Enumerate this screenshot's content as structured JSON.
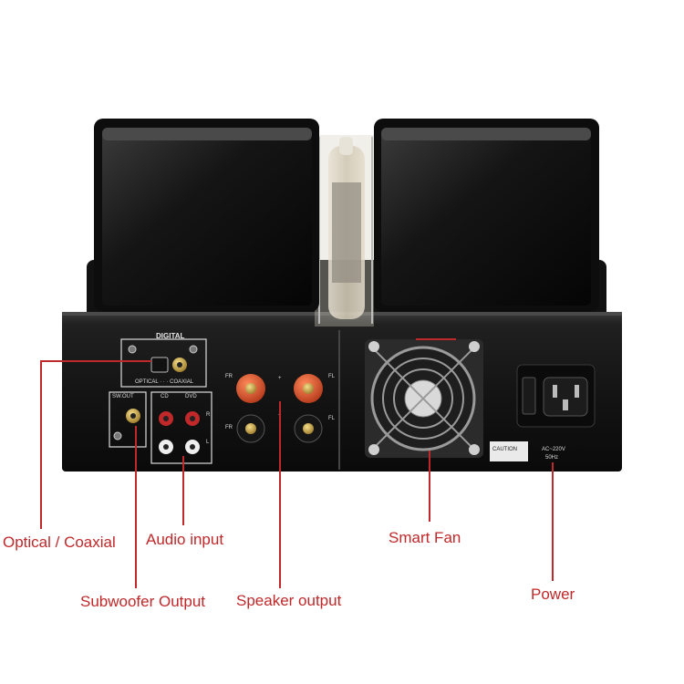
{
  "panel": {
    "digital_label": "DIGITAL",
    "optical_coaxial_label": "OPTICAL · · · COAXIAL",
    "sw_out_label": "SW.OUT",
    "cd_label": "CD",
    "dvd_label": "DVD",
    "r_label": "R",
    "l_label": "L",
    "fr_label": "FR",
    "fl_label": "FL",
    "plus_label": "+",
    "minus_label": "-",
    "caution_label": "CAUTION",
    "ac_label": "AC~220V",
    "hz_label": "50Hz"
  },
  "callouts": {
    "optical_coaxial": "Optical / Coaxial",
    "audio_input": "Audio input",
    "smart_fan": "Smart Fan",
    "subwoofer_output": "Subwoofer Output",
    "speaker_output": "Speaker output",
    "power": "Power"
  },
  "colors": {
    "callout_red": "#c0282a",
    "chassis": "#1a1a1a",
    "terminal_red": "#d9542c"
  }
}
